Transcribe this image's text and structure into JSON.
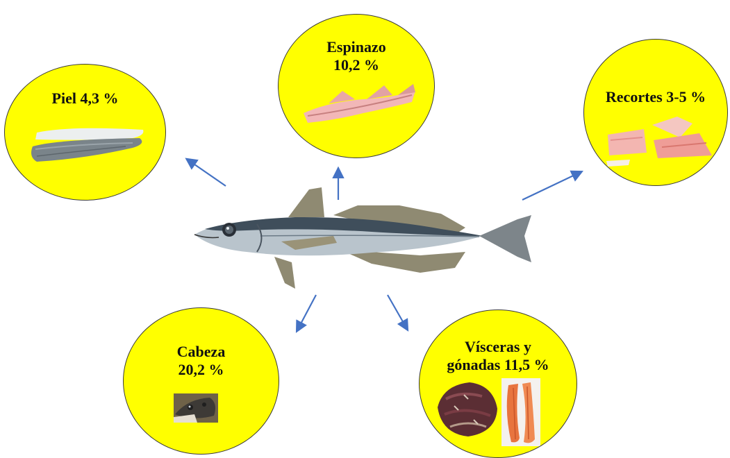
{
  "colors": {
    "circle_fill": "#ffff00",
    "arrow": "#4472c4",
    "fish_body": "#b9c4cc",
    "fish_back": "#3f4e5b",
    "fin": "#8f8a72"
  },
  "segments": {
    "piel": {
      "name": "Piel",
      "percent": "4,3 %",
      "share_percent": 4.3,
      "icon": "fish-skin-fillet-icon"
    },
    "espinazo": {
      "name": "Espinazo",
      "percent": "10,2 %",
      "share_percent": 10.2,
      "icon": "fish-backbone-icon"
    },
    "recortes": {
      "name": "Recortes",
      "percent": "3-5 %",
      "share_range_percent": [
        3,
        5
      ],
      "icon": "fish-trimmings-icon"
    },
    "cabeza": {
      "name": "Cabeza",
      "percent": "20,2 %",
      "share_percent": 20.2,
      "icon": "fish-head-icon"
    },
    "visceras": {
      "name_line1": "Vísceras y",
      "name_line2": "gónadas",
      "percent": "11,5 %",
      "share_percent": 11.5,
      "icon": "viscera-and-gonads-icon"
    }
  },
  "center": {
    "icon": "hake-fish-icon"
  }
}
